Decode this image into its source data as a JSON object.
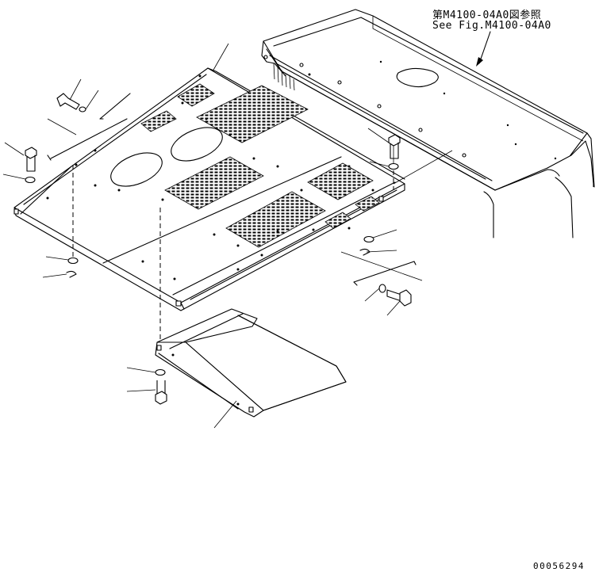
{
  "reference_note": {
    "japanese": "第M4100-04A0図参照",
    "english": "See Fig.M4100-04A0"
  },
  "drawing_number": "00056294"
}
